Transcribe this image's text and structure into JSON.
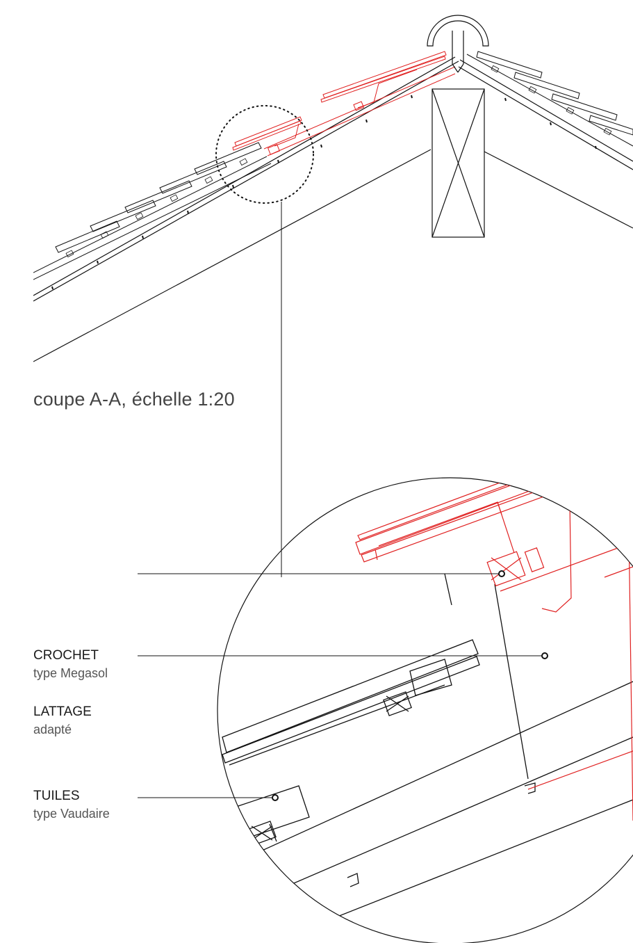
{
  "caption": "coupe A-A, échelle 1:20",
  "labels": [
    {
      "title": "CROCHET",
      "subtitle": "type Megasol"
    },
    {
      "title": "LATTAGE",
      "subtitle": "adapté"
    },
    {
      "title": "TUILES",
      "subtitle": "type Vaudaire"
    }
  ],
  "colors": {
    "line": "#111111",
    "highlight": "#e02020",
    "text": "#222222"
  }
}
